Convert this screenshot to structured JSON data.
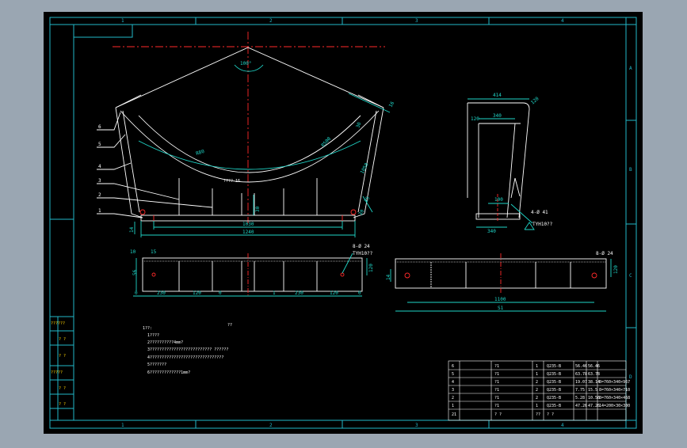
{
  "drawing": {
    "colors": {
      "background": "#000000",
      "frame": "#22b7c8",
      "line": "#ffffff",
      "dim": "#1fd6c8",
      "center": "#ff2a2a",
      "hatch": "#9c9c9c",
      "window": "#9aa6b2"
    },
    "zones_top": [
      "1",
      "2",
      "3",
      "4"
    ],
    "zones_bottom": [
      "1",
      "2",
      "3",
      "4"
    ],
    "zones_right": [
      "A",
      "B",
      "C",
      "D"
    ],
    "front_view": {
      "angle": "100°",
      "radius": "R80",
      "arc_len": "R500",
      "leader_labels": [
        "6",
        "5",
        "4",
        "3",
        "2",
        "1"
      ],
      "dims": {
        "inner_width": "1030",
        "bottom_width": "1240",
        "web_h": "30",
        "left_flange": "14",
        "right_tab": "30",
        "slope_top": "16",
        "slope_mid": "30",
        "side_top": "25",
        "slope_len": "1050",
        "note": "???? 16"
      }
    },
    "side_view": {
      "dims": {
        "top_width": "414",
        "corner": "120",
        "inner": "340",
        "side": "120",
        "base_h": "100",
        "base_w": "340"
      },
      "weld_note_1": "4-Ø 41",
      "weld_note_2": "TYH10??"
    },
    "plan_view": {
      "hole_note_1": "8-Ø 24",
      "hole_note_2": "TYH10??",
      "dims": {
        "h1": "10",
        "h2": "15",
        "height": "56",
        "right_h": "120",
        "seg_labels": [
          "0",
          "230",
          "120",
          "0",
          "1",
          "230",
          "120",
          "0"
        ]
      }
    },
    "plan_view_2": {
      "hole_note": "8-Ø 24",
      "dims": {
        "left": "14",
        "right": "120",
        "overall": "1100",
        "span": "S1"
      }
    },
    "notes": {
      "title": "??",
      "lines": [
        "1??:",
        "1????",
        "2??????????4mm?",
        "3?????????????????????????? ??????",
        "4???????????????????????????????",
        "5???????",
        "6?????????????1mm?"
      ]
    },
    "left_strip": [
      "??????",
      "? ?",
      "? ?",
      "?????",
      "? ?",
      "? ?"
    ],
    "parts_table": {
      "rows": [
        {
          "no": "6",
          "name": "?1",
          "qty": "1",
          "mat": "Q235-B",
          "w1": "56.46",
          "w2": "56.46",
          "note": ""
        },
        {
          "no": "5",
          "name": "?1",
          "qty": "1",
          "mat": "Q235-B",
          "w1": "63.78",
          "w2": "63.78",
          "note": ""
        },
        {
          "no": "4",
          "name": "?1",
          "qty": "2",
          "mat": "Q235-B",
          "w1": "19.07",
          "w2": "38.14",
          "note": "8=760×340×967"
        },
        {
          "no": "3",
          "name": "?1",
          "qty": "2",
          "mat": "Q235-B",
          "w1": "7.75",
          "w2": "15.5",
          "note": "8=760×340×710"
        },
        {
          "no": "2",
          "name": "?1",
          "qty": "2",
          "mat": "Q235-B",
          "w1": "5.28",
          "w2": "10.56",
          "note": "8=760×340×468"
        },
        {
          "no": "1",
          "name": "?1",
          "qty": "1",
          "mat": "Q235-B",
          "w1": "47.26",
          "w2": "47.26",
          "note": "14=200×30×300"
        }
      ],
      "header": {
        "no": "21",
        "name": "? ?",
        "qty": "??",
        "mat": "? ?"
      }
    }
  }
}
